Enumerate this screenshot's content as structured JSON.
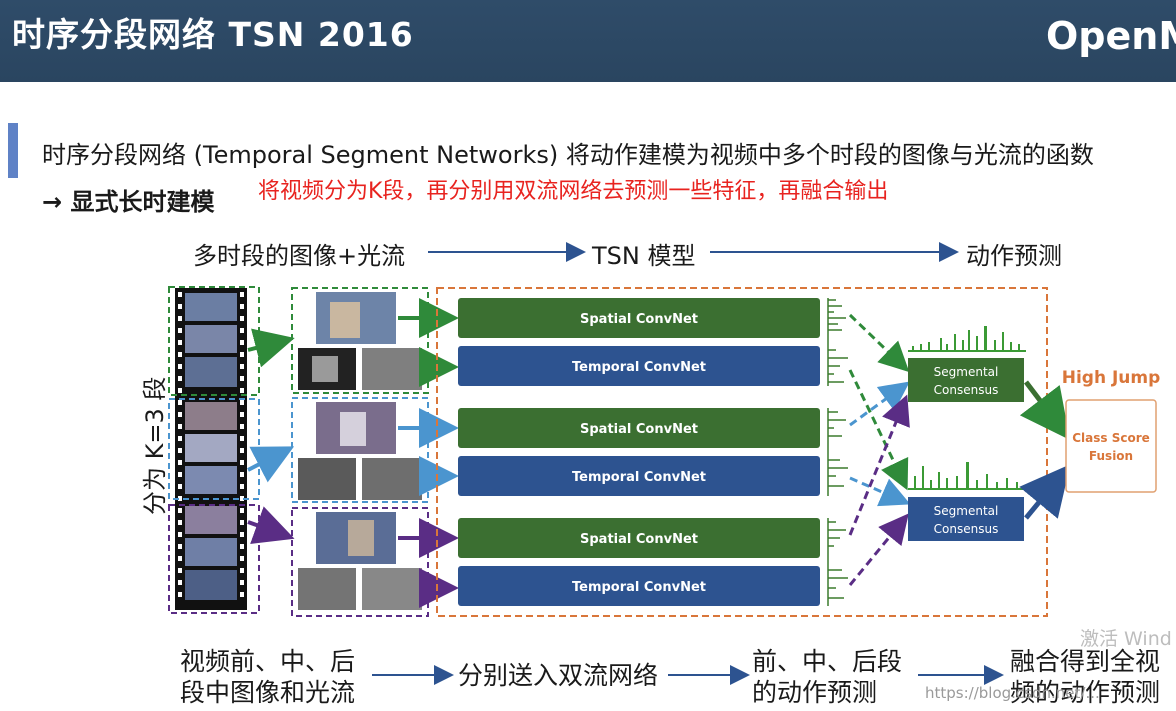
{
  "header": {
    "title": "时序分段网络 TSN 2016",
    "brand": "OpenM"
  },
  "intro": {
    "line1": "时序分段网络 (Temporal Segment Networks) 将动作建模为视频中多个时段的图像与光流的函数",
    "arrow_line": "→ 显式长时建模",
    "red_note": "将视频分为K段，再分别用双流网络去预测一些特征，再融合输出"
  },
  "top_flow": {
    "step1": "多时段的图像+光流",
    "step2": "TSN 模型",
    "step3": "动作预测"
  },
  "side_label": "分为 K=3 段",
  "diagram": {
    "spatial_label": "Spatial ConvNet",
    "temporal_label": "Temporal ConvNet",
    "consensus_label_1": "Segmental",
    "consensus_label_2": "Consensus",
    "high_jump": "High Jump",
    "fusion_label_1": "Class Score",
    "fusion_label_2": "Fusion",
    "colors": {
      "green": "#3b6f31",
      "blue": "#2d5390",
      "purple": "#5a2d85",
      "light_blue": "#4b95cf",
      "orange": "#d9763a",
      "spatial_bar": "#3b7a2c"
    }
  },
  "bottom_flow": {
    "step1_line1": "视频前、中、后",
    "step1_line2": "段中图像和光流",
    "step2": "分别送入双流网络",
    "step3_line1": "前、中、后段",
    "step3_line2": "的动作预测",
    "step4_line1": "融合得到全视",
    "step4_line2": "频的动作预测"
  },
  "watermark": "激活 Wind",
  "url": "https://blog.csdn.net/..."
}
